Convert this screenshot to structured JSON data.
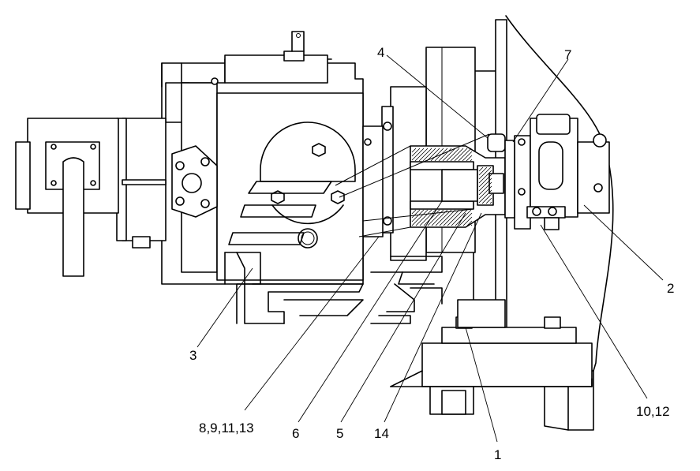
{
  "callouts": [
    {
      "id": "1",
      "text": "1"
    },
    {
      "id": "2",
      "text": "2"
    },
    {
      "id": "3",
      "text": "3"
    },
    {
      "id": "4",
      "text": "4"
    },
    {
      "id": "5",
      "text": "5"
    },
    {
      "id": "6",
      "text": "6"
    },
    {
      "id": "7",
      "text": "7"
    },
    {
      "id": "8",
      "text": "8,9,11,13"
    },
    {
      "id": "10",
      "text": "10,12"
    },
    {
      "id": "14",
      "text": "14"
    }
  ],
  "colors": {
    "ink": "#000000",
    "paper": "#ffffff"
  }
}
